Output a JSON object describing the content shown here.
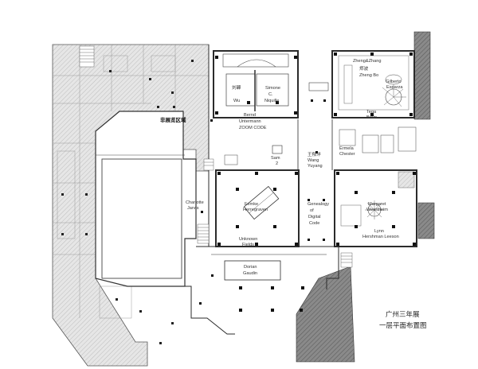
{
  "title": {
    "line1": "广州三年展",
    "line2": "一层平面布置图"
  },
  "zones": {
    "non_exhibition": "非展览区域"
  },
  "artists": {
    "a1": "刘韡",
    "a1_latin": "Wu",
    "a2": "Simone",
    "a2b": "C.",
    "a2c": "Niquille",
    "a3": "Bernd",
    "a3b": "Untermann",
    "a3c": "ZOOM CODE",
    "a4": "Sam",
    "a4b": "2",
    "a5": "王郁洋",
    "a5_latin_1": "Wang",
    "a5_latin_2": "Yuyang",
    "a6": "Ermela",
    "a6b": "Chester",
    "a7": "郑波",
    "a7b": "Zheng Bo",
    "a8": "Zheng&Zhang",
    "a9": "Gilberto",
    "a9b": "Esparza",
    "a10": "Tega",
    "a10b": "Brain",
    "a11": "Charlotte",
    "a11b": "Jarvis",
    "a12": "Femke",
    "a12b": "Herregraven",
    "a13": "Genealogy",
    "a13b": "of",
    "a13c": "Digital",
    "a13d": "Code",
    "a14": "Unknown",
    "a14b": "Fields",
    "a15": "Margaret",
    "a15b": "Weertheim",
    "a16": "Lynn",
    "a16b": "Hershman Leeson",
    "a17": "Dorian",
    "a17b": "Gaudin"
  },
  "colors": {
    "wall": "#2b2b2b",
    "hatch": "#cfcfcf",
    "dark_block": "#6b6b6b",
    "line": "#555555"
  }
}
